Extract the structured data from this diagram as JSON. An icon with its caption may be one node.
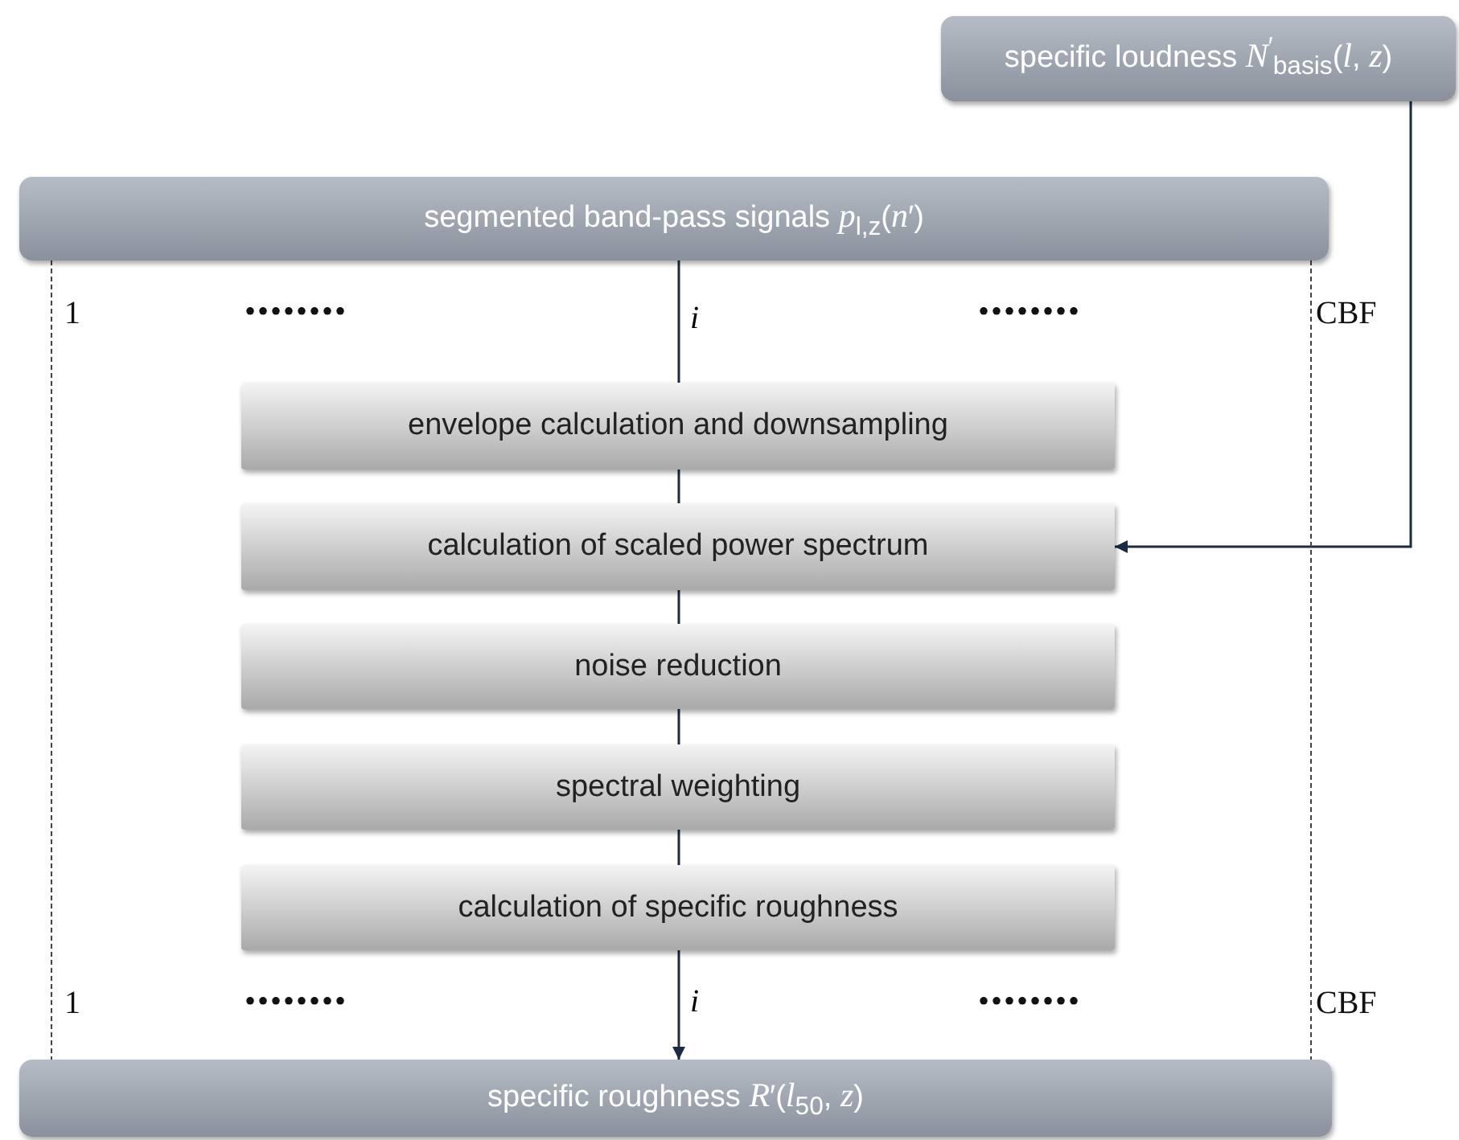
{
  "diagram": {
    "nodes": [
      {
        "text": [
          "specific loudness *N*$^{′}$$_{basis}$(*l*, *z*)"
        ]
      },
      {
        "text": [
          "segmented band-pass signals *p*$_{l,z}$(*n*′)"
        ]
      },
      {
        "text": [
          "envelope calculation and downsampling"
        ]
      },
      {
        "text": [
          "calculation of scaled power spectrum"
        ]
      },
      {
        "text": [
          "noise reduction"
        ]
      },
      {
        "text": [
          "spectral weighting"
        ]
      },
      {
        "text": [
          "calculation of specific roughness"
        ]
      },
      {
        "text": [
          "specific roughness *R*′(*l*$_{50}$, *z*)"
        ]
      }
    ],
    "edges": [
      {
        "from": 1,
        "to": 2,
        "arrow": "none",
        "label": "i"
      },
      {
        "from": 2,
        "to": 3,
        "arrow": "none"
      },
      {
        "from": 3,
        "to": 4,
        "arrow": "none"
      },
      {
        "from": 4,
        "to": 5,
        "arrow": "none"
      },
      {
        "from": 5,
        "to": 6,
        "arrow": "none"
      },
      {
        "from": 6,
        "to": 7,
        "arrow": "to",
        "label": "i"
      },
      {
        "from": 0,
        "to": 3,
        "arrow": "to"
      },
      {
        "from": 1,
        "to": 7,
        "arrow": "none",
        "style": "dashed",
        "color": "#444444"
      },
      {
        "from": 1,
        "to": 7,
        "arrow": "none",
        "style": "dashed",
        "color": "#444444"
      }
    ],
    "labels": [
      "1",
      "••••••••",
      "••••••••",
      "CBF",
      "1",
      "••••••••",
      "••••••••",
      "CBF"
    ]
  }
}
